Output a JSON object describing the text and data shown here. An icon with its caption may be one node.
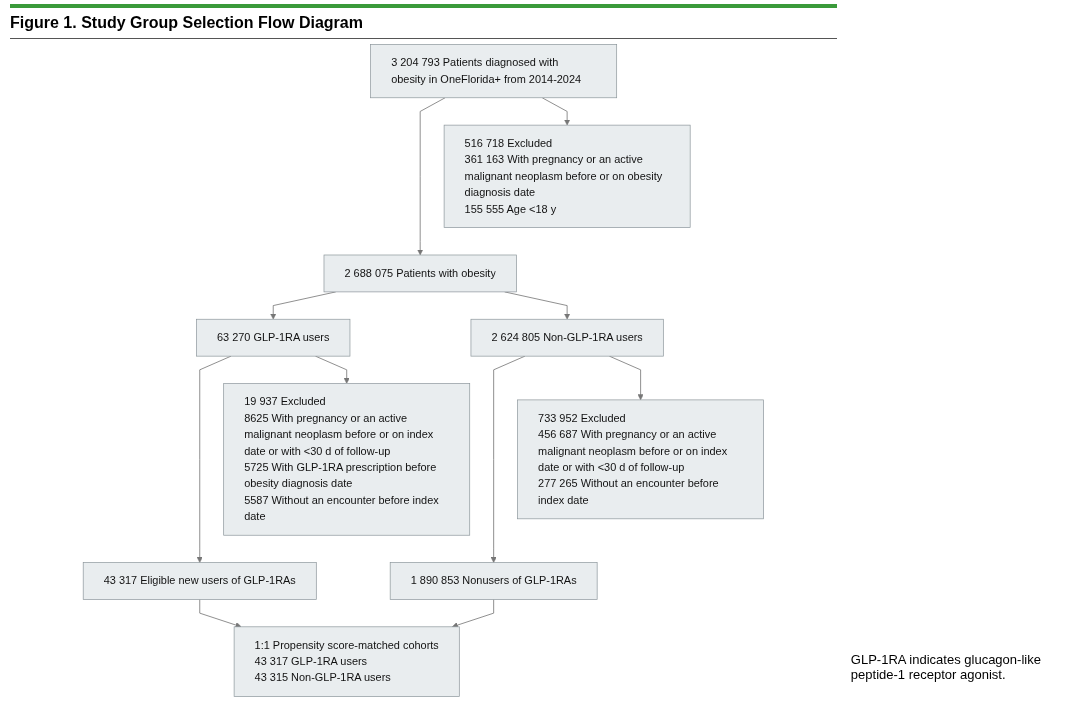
{
  "diagram": {
    "title": "Figure 1. Study Group Selection Flow Diagram",
    "caption": "GLP-1RA indicates glucagon-like peptide-1 receptor agonist.",
    "nodes": [
      {
        "text": [
          "3 204 793 Patients diagnosed with obesity in OneFlorida+ from 2014-2024"
        ]
      },
      {
        "text": [
          "516 718 Excluded",
          "361 163 With pregnancy or an active malignant neoplasm before or on obesity diagnosis date",
          "155 555 Age <18 y"
        ]
      },
      {
        "text": [
          "2 688 075 Patients with obesity"
        ]
      },
      {
        "text": [
          "63 270 GLP-1RA users"
        ]
      },
      {
        "text": [
          "2 624 805 Non-GLP-1RA users"
        ]
      },
      {
        "text": [
          "19 937 Excluded",
          "8625 With pregnancy or an active malignant neoplasm before or on index date or with <30 d of follow-up",
          "5725 With GLP-1RA prescription before obesity diagnosis date",
          "5587 Without an encounter before index date"
        ]
      },
      {
        "text": [
          "733 952 Excluded",
          "456 687 With pregnancy or an active malignant neoplasm before or on index date or with <30 d of follow-up",
          "277 265 Without an encounter before index date"
        ]
      },
      {
        "text": [
          "43 317 Eligible new users of GLP-1RAs"
        ]
      },
      {
        "text": [
          "1 890 853 Nonusers of GLP-1RAs"
        ]
      },
      {
        "text": [
          "1:1 Propensity score-matched cohorts",
          "43 317 GLP-1RA users",
          "43 315 Non-GLP-1RA users"
        ]
      }
    ],
    "edges": [
      {
        "from": 0,
        "to": 2,
        "arrow": "to"
      },
      {
        "from": 0,
        "to": 1,
        "arrow": "to"
      },
      {
        "from": 2,
        "to": 3,
        "arrow": "to"
      },
      {
        "from": 2,
        "to": 4,
        "arrow": "to"
      },
      {
        "from": 3,
        "to": 7,
        "arrow": "to"
      },
      {
        "from": 3,
        "to": 5,
        "arrow": "to"
      },
      {
        "from": 4,
        "to": 8,
        "arrow": "to"
      },
      {
        "from": 4,
        "to": 6,
        "arrow": "to"
      },
      {
        "from": 7,
        "to": 9,
        "arrow": "to"
      },
      {
        "from": 8,
        "to": 9,
        "arrow": "to"
      }
    ]
  }
}
